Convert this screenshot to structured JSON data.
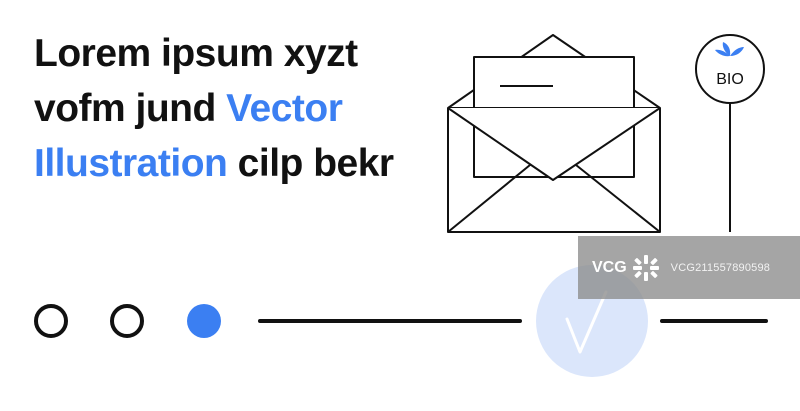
{
  "headline": {
    "part1": "Lorem ipsum xyzt vofm jund ",
    "accent": "Vector Illustration",
    "part2": " cilp bekr"
  },
  "badge": {
    "label": "BIO"
  },
  "progress": {
    "total_steps": 3,
    "active_step": 3
  },
  "watermark": {
    "brand": "VCG",
    "id": "VCG211557890598"
  },
  "colors": {
    "accent": "#3b7ff2",
    "ink": "#111111",
    "check_bg": "#dbe6fb"
  },
  "icons": [
    "envelope-letter-icon",
    "leaf-icon",
    "checkmark-icon"
  ]
}
